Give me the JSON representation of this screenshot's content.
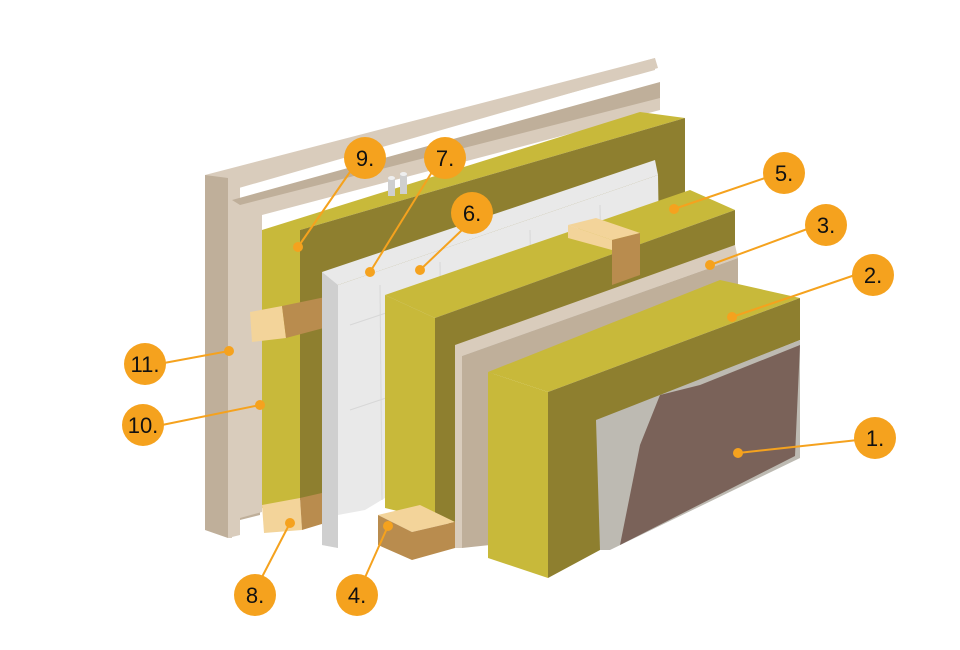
{
  "colors": {
    "mineral_wool": "#C8B93A",
    "mineral_wool_side": "#8E7F2F",
    "timber_face": "#F3D49A",
    "timber_side": "#B98C4E",
    "board_face": "#D9CCBC",
    "board_side": "#BFAF9A",
    "membrane_face": "#E9E9E9",
    "membrane_side": "#CFCFCF",
    "render_face": "#7A6259",
    "render_base": "#BDBAB2",
    "callout_fill": "#F5A21E",
    "callout_line": "#F5A21E"
  },
  "callouts": [
    {
      "id": "c1",
      "label": "1."
    },
    {
      "id": "c2",
      "label": "2."
    },
    {
      "id": "c3",
      "label": "3."
    },
    {
      "id": "c4",
      "label": "4."
    },
    {
      "id": "c5",
      "label": "5."
    },
    {
      "id": "c6",
      "label": "6."
    },
    {
      "id": "c7",
      "label": "7."
    },
    {
      "id": "c8",
      "label": "8."
    },
    {
      "id": "c9",
      "label": "9."
    },
    {
      "id": "c10",
      "label": "10."
    },
    {
      "id": "c11",
      "label": "11."
    }
  ]
}
